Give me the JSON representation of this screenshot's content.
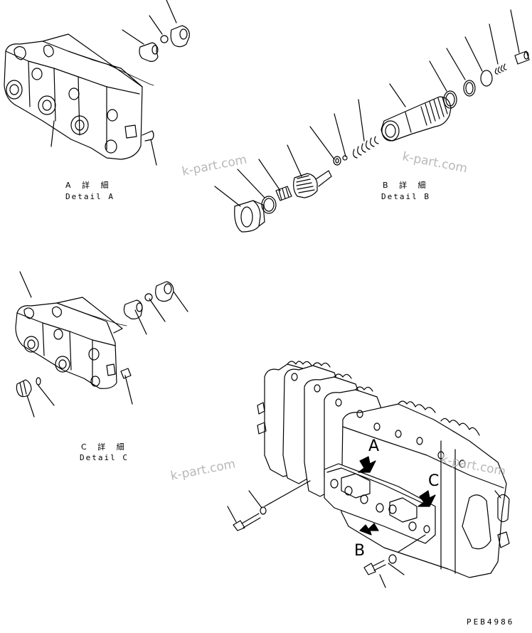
{
  "details": {
    "a": {
      "title_jp": "A 詳 細",
      "title_en": "Detail A"
    },
    "b": {
      "title_jp": "B 詳 細",
      "title_en": "Detail B"
    },
    "c": {
      "title_jp": "C 詳 細",
      "title_en": "Detail C"
    }
  },
  "arrows": {
    "a": "A",
    "b": "B",
    "c": "C"
  },
  "watermark": "k-part.com",
  "drawing_code": "PEB4986"
}
